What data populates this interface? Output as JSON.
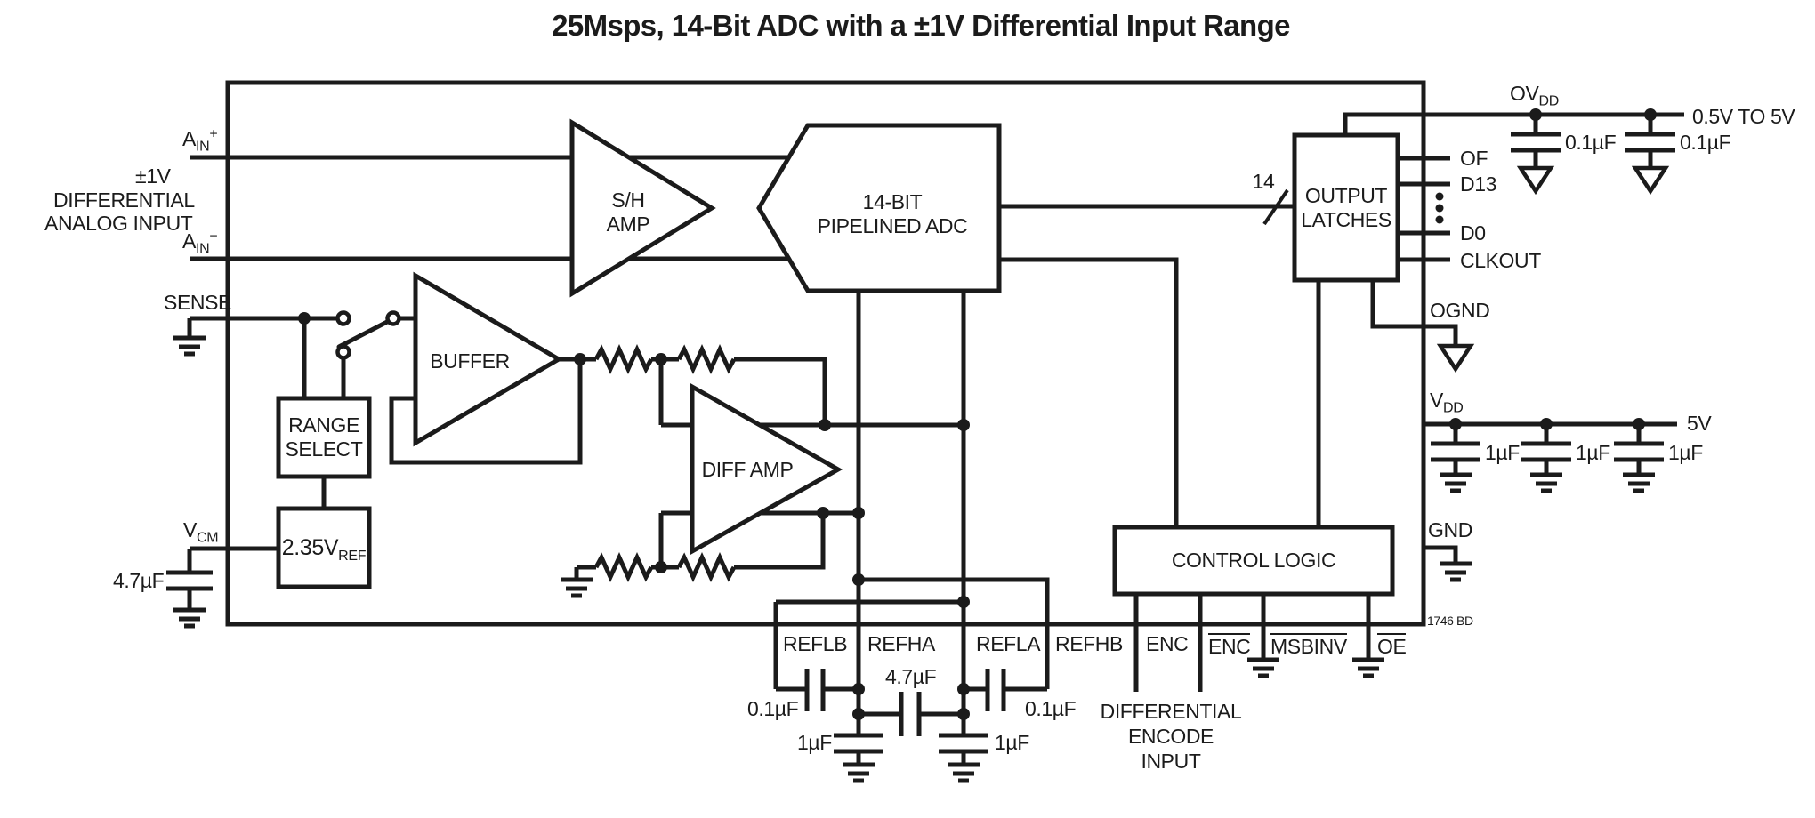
{
  "title": "25Msps, 14-Bit ADC with a ±1V Differential Input Range",
  "left": {
    "ain_plus": {
      "base": "A",
      "sub": "IN",
      "sup": "+"
    },
    "ain_minus": {
      "base": "A",
      "sub": "IN",
      "sup": "−"
    },
    "input_desc": {
      "line1": "±1V",
      "line2": "DIFFERENTIAL",
      "line3": "ANALOG INPUT"
    },
    "sense": "SENSE",
    "vcm": {
      "base": "V",
      "sub": "CM"
    },
    "vcm_cap": "4.7µF"
  },
  "blocks": {
    "sh_amp": {
      "line1": "S/H",
      "line2": "AMP"
    },
    "adc": {
      "line1": "14-BIT",
      "line2": "PIPELINED ADC"
    },
    "buffer": "BUFFER",
    "range_select": {
      "line1": "RANGE",
      "line2": "SELECT"
    },
    "vref": {
      "base": "2.35V",
      "sub": "REF"
    },
    "diff_amp": "DIFF AMP",
    "output_latches": {
      "line1": "OUTPUT",
      "line2": "LATCHES"
    },
    "control_logic": "CONTROL LOGIC",
    "bus_width": "14"
  },
  "right": {
    "ovdd": {
      "base": "OV",
      "sub": "DD"
    },
    "supply_range": "0.5V TO 5V",
    "ovdd_cap1": "0.1µF",
    "ovdd_cap2": "0.1µF",
    "of": "OF",
    "d13": "D13",
    "d0": "D0",
    "clkout": "CLKOUT",
    "ognd": "OGND",
    "vdd": {
      "base": "V",
      "sub": "DD"
    },
    "vdd_rail": "5V",
    "vdd_cap1": "1µF",
    "vdd_cap2": "1µF",
    "vdd_cap3": "1µF",
    "gnd": "GND",
    "part_code": "1746 BD"
  },
  "bottom": {
    "reflb": "REFLB",
    "refha": "REFHA",
    "refla": "REFLA",
    "refhb": "REFHB",
    "enc": "ENC",
    "enc_bar": "ENC",
    "msbinv": "MSBINV",
    "oe": "OE",
    "cap_reflb": "0.1µF",
    "cap_ref_mid": "4.7µF",
    "cap_refla": "0.1µF",
    "cap_refha_1u": "1µF",
    "cap_refla_1u": "1µF",
    "encode_desc": {
      "line1": "DIFFERENTIAL",
      "line2": "ENCODE INPUT"
    }
  }
}
